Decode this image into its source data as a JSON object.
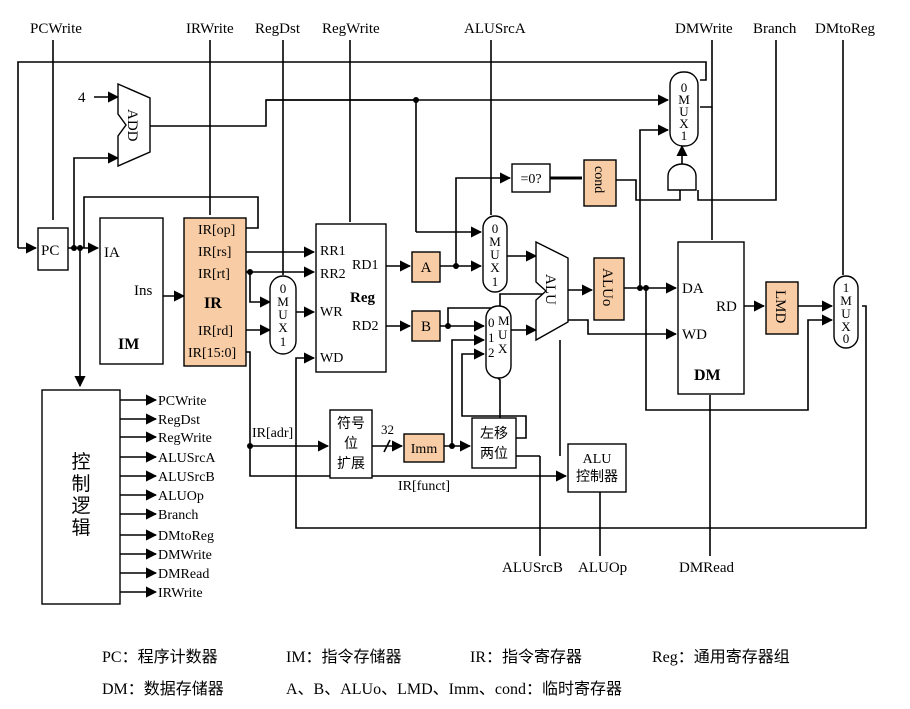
{
  "signals": {
    "pcwrite": "PCWrite",
    "irwrite": "IRWrite",
    "regdst": "RegDst",
    "regwrite": "RegWrite",
    "alusrca": "ALUSrcA",
    "dmwrite": "DMWrite",
    "branch": "Branch",
    "dmtoreg": "DMtoReg",
    "alusrcb": "ALUSrcB",
    "aluop": "ALUOp",
    "dmread": "DMRead"
  },
  "blocks": {
    "add_const": "4",
    "add_label": "ADD",
    "pc": "PC",
    "im_ia": "IA",
    "im_ins": "Ins",
    "im_name": "IM",
    "ir_op": "IR[op]",
    "ir_rs": "IR[rs]",
    "ir_rt": "IR[rt]",
    "ir_name": "IR",
    "ir_rd": "IR[rd]",
    "ir_150": "IR[15:0]",
    "reg_rr1": "RR1",
    "reg_rr2": "RR2",
    "reg_wr": "WR",
    "reg_wd": "WD",
    "reg_rd1": "RD1",
    "reg_rd2": "RD2",
    "reg_name": "Reg",
    "a": "A",
    "b": "B",
    "zero_test": "=0?",
    "cond": "cond",
    "alu": "ALU",
    "aluo": "ALUo",
    "dm_da": "DA",
    "dm_wd": "WD",
    "dm_rd": "RD",
    "dm_name": "DM",
    "lmd": "LMD",
    "sign_ext": [
      "符号",
      "位",
      "扩展"
    ],
    "width_32": "32",
    "imm": "Imm",
    "shift": [
      "左移",
      "两位"
    ],
    "alu_ctrl": [
      "ALU",
      "控制器"
    ],
    "ctrl": [
      "控",
      "制",
      "逻",
      "辑"
    ],
    "ir_adr": "IR[adr]",
    "ir_funct": "IR[funct]"
  },
  "mux": {
    "top": [
      "0",
      "M",
      "U",
      "X",
      "1"
    ],
    "reg": [
      "0",
      "M",
      "U",
      "X",
      "1"
    ],
    "a": [
      "0",
      "M",
      "U",
      "X",
      "1"
    ],
    "b": [
      "0",
      "M",
      "U",
      "X",
      "1",
      "2"
    ],
    "wb": [
      "1",
      "M",
      "U",
      "X",
      "0"
    ]
  },
  "ctrl_outputs": [
    "PCWrite",
    "RegDst",
    "RegWrite",
    "ALUSrcA",
    "ALUSrcB",
    "ALUOp",
    "Branch",
    "DMtoReg",
    "DMWrite",
    "DMRead",
    "IRWrite"
  ],
  "legend": {
    "line1": [
      "PC：程序计数器",
      "IM：指令存储器",
      "IR：指令寄存器",
      "Reg：通用寄存器组"
    ],
    "line2": [
      "DM：数据存储器",
      "A、B、ALUo、LMD、Imm、cond：临时寄存器"
    ]
  },
  "colors": {
    "temp_register": "#f8cda6",
    "line": "#000000",
    "background": "#ffffff"
  }
}
